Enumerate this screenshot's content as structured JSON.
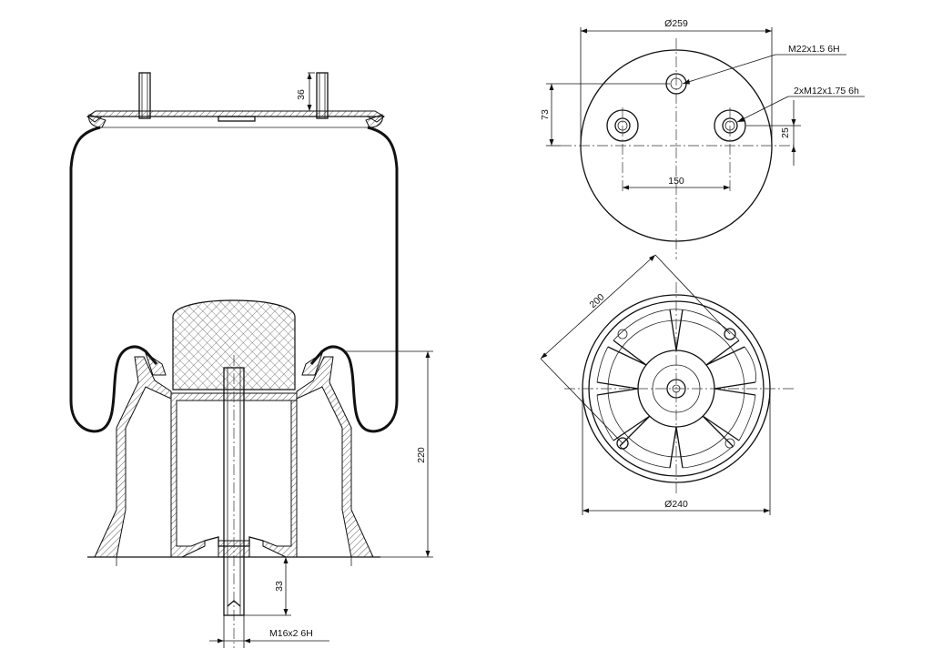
{
  "dimensions": {
    "stud_height": "36",
    "total_height": "220",
    "bolt_length": "33",
    "bolt_thread": "M16x2 6H",
    "top_diameter": "Ø259",
    "thread_center": "M22x1.5 6H",
    "thread_side": "2xM12x1.75 6h",
    "offset_73": "73",
    "offset_25": "25",
    "spacing_150": "150",
    "diag_200": "200",
    "bottom_diameter": "Ø240"
  }
}
